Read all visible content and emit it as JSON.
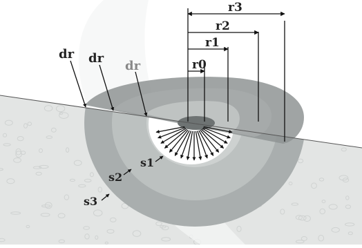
{
  "labels": {
    "r0": "r0",
    "r1": "r1",
    "r2": "r2",
    "r3": "r3",
    "dr_outer": "dr",
    "dr_middle": "dr",
    "dr_inner": "dr",
    "s1": "s1",
    "s2": "s2",
    "s3": "s3"
  },
  "colors": {
    "label_dark": "#222222",
    "label_light": "#888888",
    "shell_outer": "#a9aeae",
    "shell_middle": "#bcc1c0",
    "shell_inner": "#cdd1d0",
    "core": "#ffffff",
    "soil_base": "#e3e5e4",
    "soil_speckle": "#cfd2d1",
    "top_disk_outer": "#8f9494",
    "top_disk_middle": "#a6abab",
    "top_disk_inner": "#bfc3c2",
    "arrow": "#111111"
  }
}
